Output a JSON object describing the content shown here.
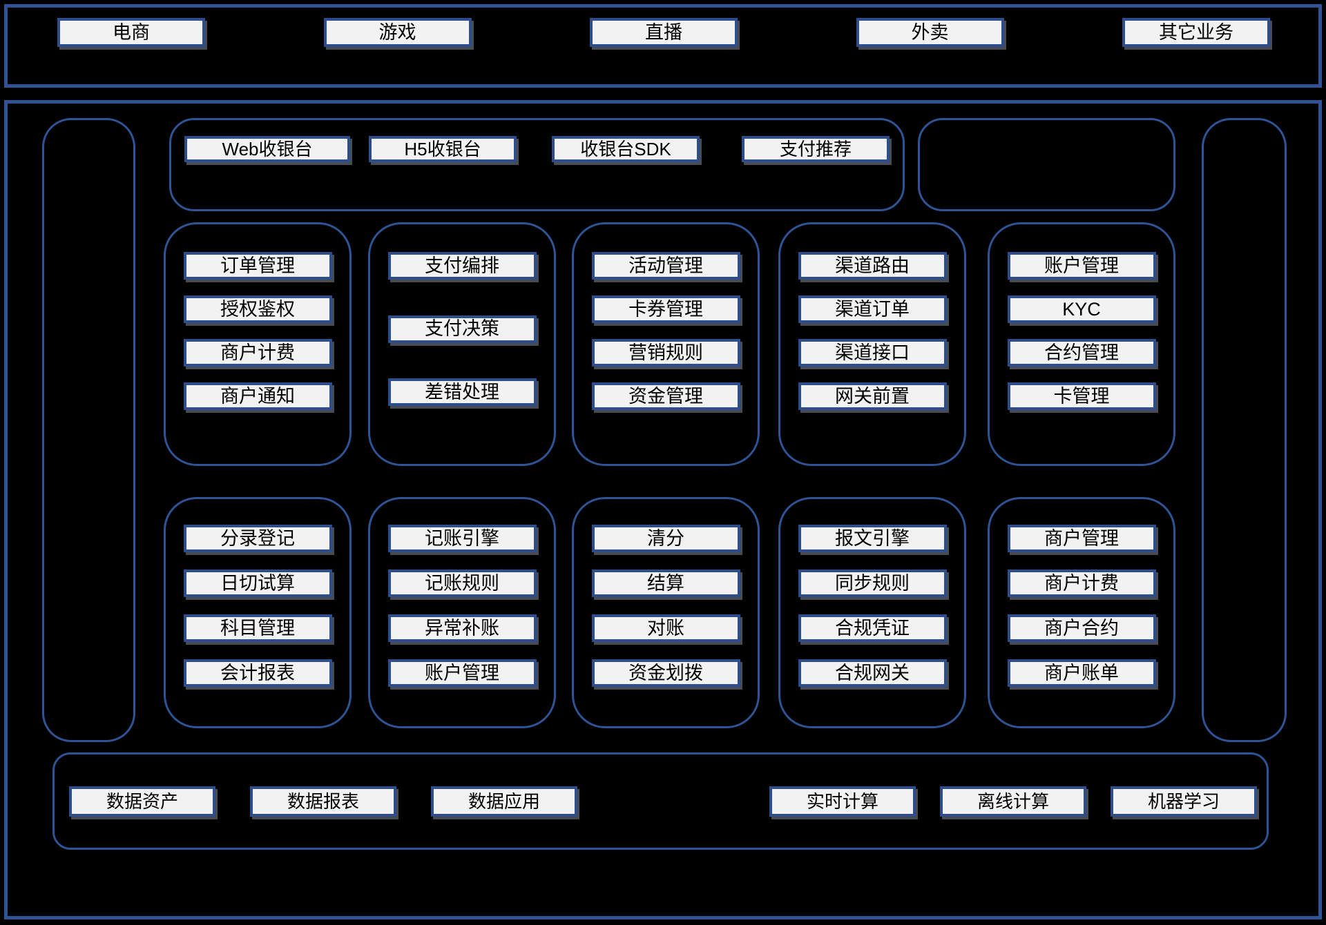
{
  "colors": {
    "border_blue": "#2f5496",
    "box_border": "#2e4d8c",
    "box_fill": "#f2f2f2",
    "text_color": "#000000",
    "bg": "#000000"
  },
  "top_band": {
    "items": [
      "电商",
      "游戏",
      "直播",
      "外卖",
      "其它业务"
    ]
  },
  "checkout_section": {
    "items": [
      "Web收银台",
      "H5收银台",
      "收银台SDK",
      "支付推荐"
    ]
  },
  "band1": {
    "columns": [
      {
        "items": [
          "订单管理",
          "授权鉴权",
          "商户计费",
          "商户通知"
        ]
      },
      {
        "items": [
          "支付编排",
          "支付决策",
          "差错处理"
        ]
      },
      {
        "items": [
          "活动管理",
          "卡券管理",
          "营销规则",
          "资金管理"
        ]
      },
      {
        "items": [
          "渠道路由",
          "渠道订单",
          "渠道接口",
          "网关前置"
        ]
      },
      {
        "items": [
          "账户管理",
          "KYC",
          "合约管理",
          "卡管理"
        ]
      }
    ]
  },
  "band2": {
    "columns": [
      {
        "items": [
          "分录登记",
          "日切试算",
          "科目管理",
          "会计报表"
        ]
      },
      {
        "items": [
          "记账引擎",
          "记账规则",
          "异常补账",
          "账户管理"
        ]
      },
      {
        "items": [
          "清分",
          "结算",
          "对账",
          "资金划拨"
        ]
      },
      {
        "items": [
          "报文引擎",
          "同步规则",
          "合规凭证",
          "合规网关"
        ]
      },
      {
        "items": [
          "商户管理",
          "商户计费",
          "商户合约",
          "商户账单"
        ]
      }
    ]
  },
  "bottom_strip": {
    "left_items": [
      "数据资产",
      "数据报表",
      "数据应用"
    ],
    "right_items": [
      "实时计算",
      "离线计算",
      "机器学习"
    ]
  }
}
